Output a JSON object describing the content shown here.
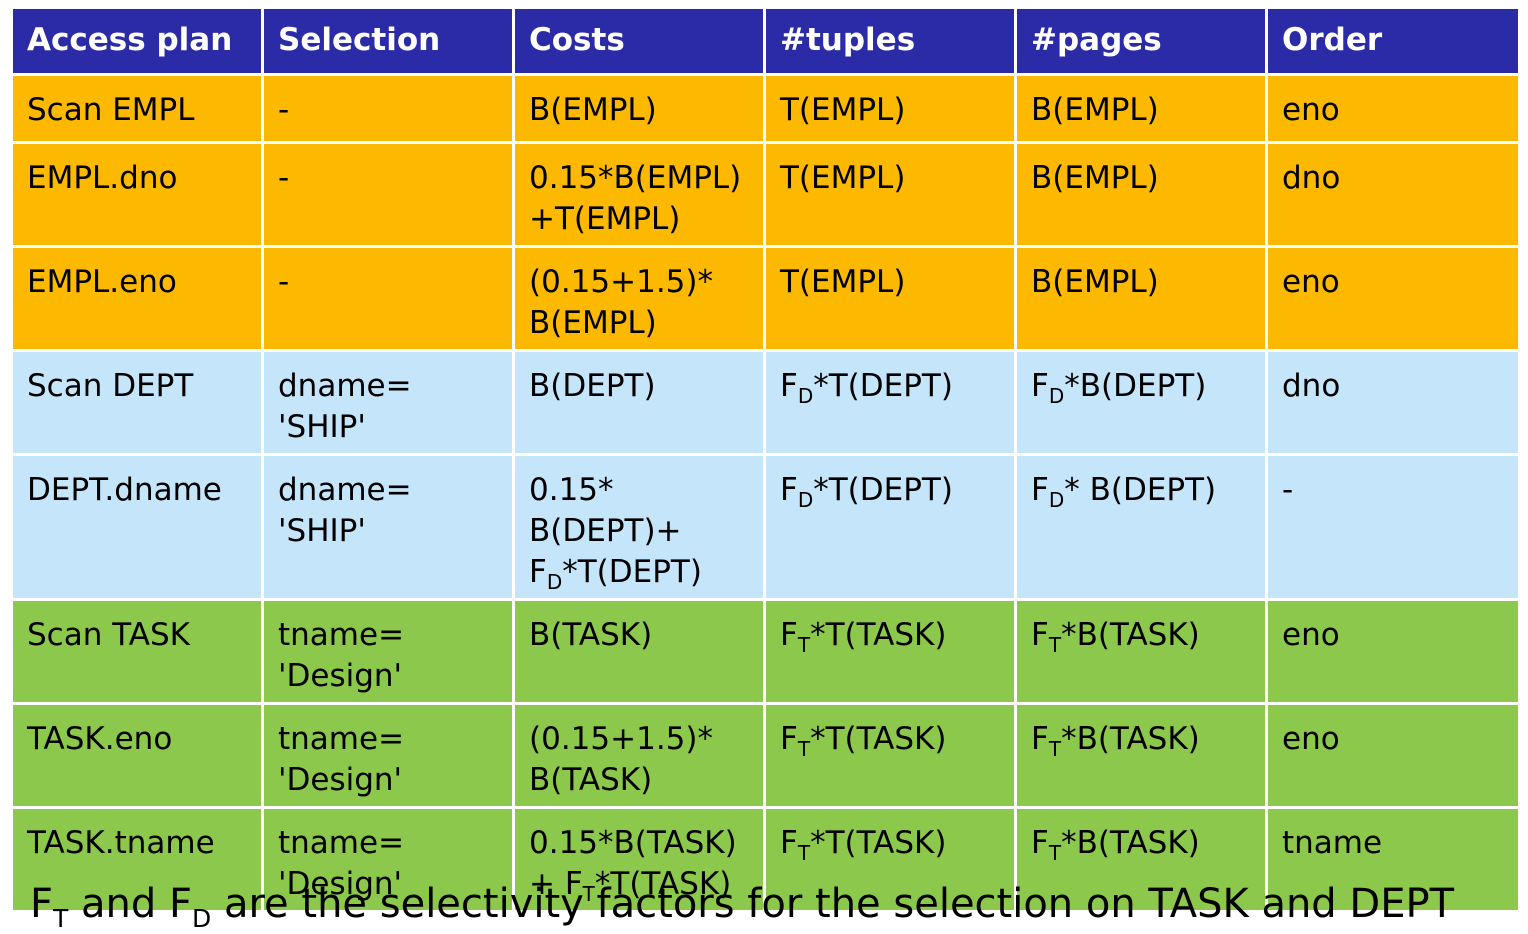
{
  "table": {
    "headers": [
      "Access plan",
      "Selection",
      "Costs",
      "#tuples",
      "#pages",
      "Order"
    ],
    "rows": [
      {
        "access_plan": "Scan EMPL",
        "selection": "-",
        "costs": [
          "B(EMPL)"
        ],
        "tuples": "T(EMPL)",
        "pages": "B(EMPL)",
        "order": "eno"
      },
      {
        "access_plan": "EMPL.dno",
        "selection": "-",
        "costs": [
          "0.15*B(EMPL)",
          "+T(EMPL)"
        ],
        "tuples": "T(EMPL)",
        "pages": "B(EMPL)",
        "order": "dno"
      },
      {
        "access_plan": "EMPL.eno",
        "selection": "-",
        "costs": [
          "(0.15+1.5)*",
          "B(EMPL)"
        ],
        "tuples": "T(EMPL)",
        "pages": "B(EMPL)",
        "order": "eno"
      },
      {
        "access_plan": "Scan DEPT",
        "selection": [
          "dname=",
          "'SHIP'"
        ],
        "costs": [
          "B(DEPT)"
        ],
        "tuples": {
          "f": "F",
          "sub": "D",
          "rest": "*T(DEPT)"
        },
        "pages": {
          "f": "F",
          "sub": "D",
          "rest": "*B(DEPT)"
        },
        "order": "dno"
      },
      {
        "access_plan": "DEPT.dname",
        "selection": [
          "dname=",
          "'SHIP'"
        ],
        "costs": [
          "0.15*",
          "B(DEPT)+"
        ],
        "costs_line3": {
          "f": "F",
          "sub": "D",
          "rest": "*T(DEPT)"
        },
        "tuples": {
          "f": "F",
          "sub": "D",
          "rest": "*T(DEPT)"
        },
        "pages": {
          "f": "F",
          "sub": "D",
          "rest": "* B(DEPT)"
        },
        "order": "-"
      },
      {
        "access_plan": "Scan TASK",
        "selection": [
          "tname=",
          "'Design'"
        ],
        "costs": [
          "B(TASK)"
        ],
        "tuples": {
          "f": "F",
          "sub": "T",
          "rest": "*T(TASK)"
        },
        "pages": {
          "f": "F",
          "sub": "T",
          "rest": "*B(TASK)"
        },
        "order": "eno"
      },
      {
        "access_plan": "TASK.eno",
        "selection": [
          "tname=",
          "'Design'"
        ],
        "costs": [
          "(0.15+1.5)*",
          "B(TASK)"
        ],
        "tuples": {
          "f": "F",
          "sub": "T",
          "rest": "*T(TASK)"
        },
        "pages": {
          "f": "F",
          "sub": "T",
          "rest": "*B(TASK)"
        },
        "order": "eno"
      },
      {
        "access_plan": "TASK.tname",
        "selection": [
          "tname=",
          "'Design'"
        ],
        "costs": [
          "0.15*B(TASK)"
        ],
        "costs_line2": {
          "pre": "+ F",
          "sub": "T",
          "rest": "*T(TASK)"
        },
        "tuples": {
          "f": "F",
          "sub": "T",
          "rest": "*T(TASK)"
        },
        "pages": {
          "f": "F",
          "sub": "T",
          "rest": "*B(TASK)"
        },
        "order": "tname"
      }
    ]
  },
  "footnote": {
    "f1": "F",
    "sub1": "T",
    "mid": " and F",
    "sub2": "D",
    "rest": " are the selectivity factors for the selection on TASK and DEPT"
  },
  "colors": {
    "header": "#2b2ba8",
    "empl_rows": "#fdb800",
    "dept_rows": "#c5e6fa",
    "task_rows": "#8bc84b"
  }
}
